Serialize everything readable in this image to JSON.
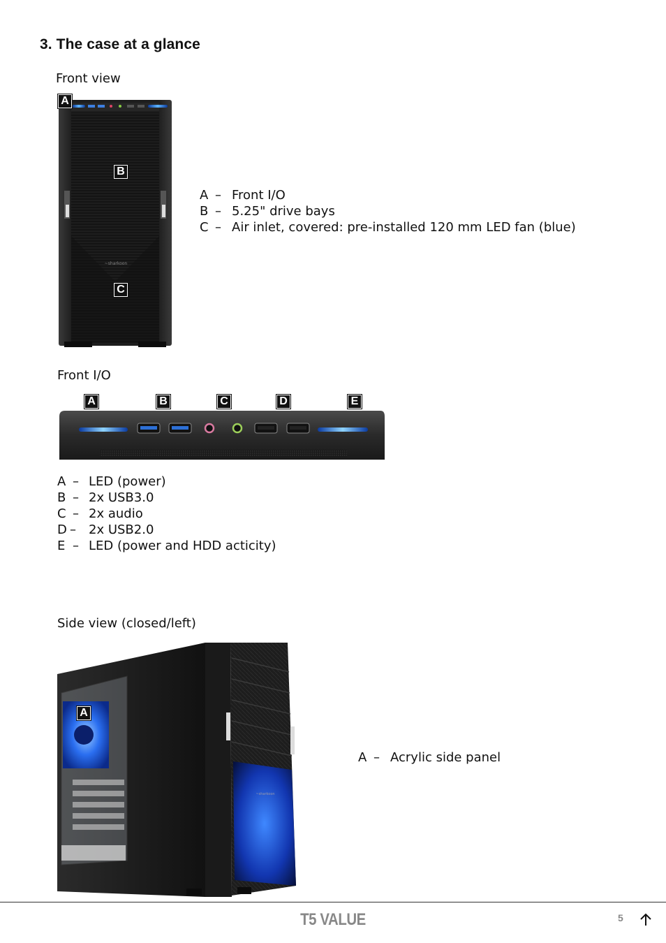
{
  "heading": "3. The case at a glance",
  "front_view": {
    "label": "Front view",
    "badges": [
      "A",
      "B",
      "C"
    ],
    "legend": [
      {
        "key": "A",
        "sep": "–",
        "desc": "Front I/O"
      },
      {
        "key": "B",
        "sep": "–",
        "desc": "5.25\" drive bays"
      },
      {
        "key": "C",
        "sep": "–",
        "desc": "Air inlet, covered: pre-installed 120 mm LED fan (blue)"
      }
    ]
  },
  "front_io": {
    "label": "Front I/O",
    "badges": [
      "A",
      "B",
      "C",
      "D",
      "E"
    ],
    "legend": [
      {
        "key": "A",
        "sep": "–",
        "desc": "LED (power)"
      },
      {
        "key": "B",
        "sep": "–",
        "desc": "2x USB3.0"
      },
      {
        "key": "C",
        "sep": "–",
        "desc": "2x audio"
      },
      {
        "key": "D",
        "sep": "–",
        "desc": "2x USB2.0"
      },
      {
        "key": "E",
        "sep": "–",
        "desc": "LED (power and HDD acticity)"
      }
    ]
  },
  "side_view": {
    "label": "Side view (closed/left)",
    "badges": [
      "A"
    ],
    "legend": [
      {
        "key": "A",
        "sep": "–",
        "desc": "Acrylic side panel"
      }
    ]
  },
  "footer": {
    "brand": "T5 VALUE",
    "page": "5",
    "icon": "arrow-up-icon"
  }
}
